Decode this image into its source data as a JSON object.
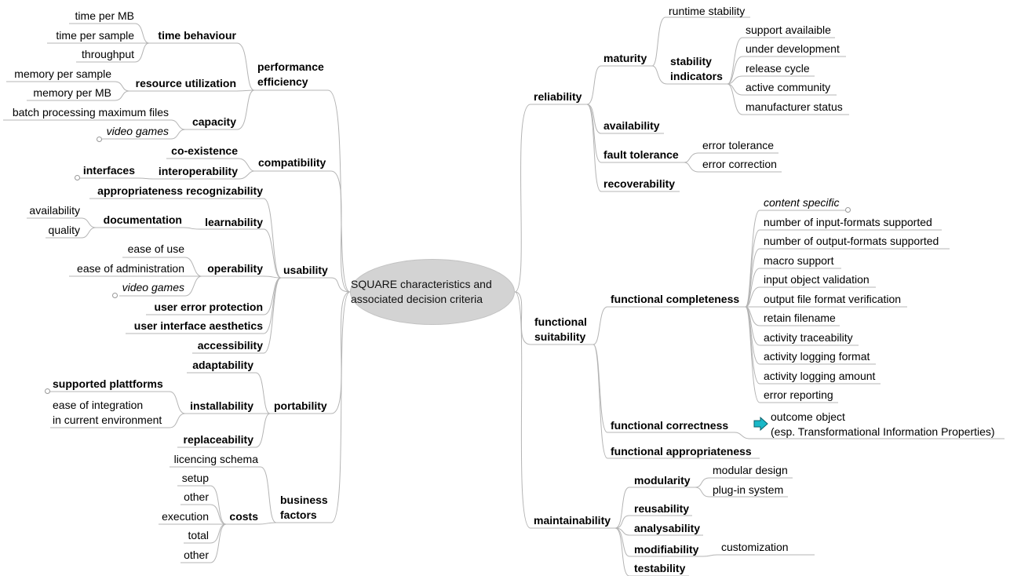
{
  "root": {
    "line1": "SQUARE characteristics and",
    "line2": "associated decision criteria"
  },
  "left": {
    "performance": {
      "line1": "performance",
      "line2": "efficiency",
      "time_behaviour": "time behaviour",
      "time_per_mb": "time per MB",
      "time_per_sample": "time per sample",
      "throughput": "throughput",
      "resource_utilization": "resource utilization",
      "memory_per_sample": "memory per sample",
      "memory_per_mb": "memory per MB",
      "capacity": "capacity",
      "batch_processing": "batch processing maximum files",
      "video_games": "video games"
    },
    "compatibility": {
      "label": "compatibility",
      "coexistence": "co-existence",
      "interoperability": "interoperability",
      "interfaces": "interfaces"
    },
    "usability": {
      "label": "usability",
      "appropriateness": "appropriateness recognizability",
      "learnability": "learnability",
      "documentation": "documentation",
      "availability": "availability",
      "quality": "quality",
      "operability": "operability",
      "ease_of_use": "ease of use",
      "ease_of_admin": "ease of administration",
      "video_games": "video games",
      "user_error_protection": "user error protection",
      "ui_aesthetics": "user interface aesthetics",
      "accessibility": "accessibility"
    },
    "portability": {
      "label": "portability",
      "adaptability": "adaptability",
      "installability": "installability",
      "supported_platforms": "supported plattforms",
      "ease_integration_line1": "ease of integration",
      "ease_integration_line2": "in current environment",
      "replaceability": "replaceability"
    },
    "business": {
      "line1": "business",
      "line2": "factors",
      "licencing": "licencing schema",
      "costs": "costs",
      "setup": "setup",
      "other1": "other",
      "execution": "execution",
      "total": "total",
      "other2": "other"
    }
  },
  "right": {
    "reliability": {
      "label": "reliability",
      "maturity": "maturity",
      "runtime_stability": "runtime stability",
      "stability_line1": "stability",
      "stability_line2": "indicators",
      "support_available": "support availaible",
      "under_development": "under development",
      "release_cycle": "release cycle",
      "active_community": "active community",
      "manufacturer_status": "manufacturer status",
      "availability": "availability",
      "fault_tolerance": "fault tolerance",
      "error_tolerance": "error tolerance",
      "error_correction": "error correction",
      "recoverability": "recoverability"
    },
    "functional": {
      "line1": "functional",
      "line2": "suitability",
      "completeness": "functional completeness",
      "content_specific": "content specific",
      "input_formats": "number of input-formats supported",
      "output_formats": "number of output-formats supported",
      "macro_support": "macro support",
      "input_validation": "input object validation",
      "output_verification": "output file format verification",
      "retain_filename": "retain filename",
      "activity_traceability": "activity traceability",
      "activity_logging_format": "activity logging format",
      "activity_logging_amount": "activity logging amount",
      "error_reporting": "error reporting",
      "correctness": "functional correctness",
      "outcome_line1": "outcome object",
      "outcome_line2": "(esp. Transformational Information Properties)",
      "appropriateness": "functional appropriateness"
    },
    "maintainability": {
      "label": "maintainability",
      "modularity": "modularity",
      "modular_design": "modular design",
      "plugin_system": "plug-in system",
      "reusability": "reusability",
      "analysability": "analysability",
      "modifiability": "modifiability",
      "customization": "customization",
      "testability": "testability"
    }
  },
  "colors": {
    "root_fill": "#d3d3d3",
    "connector": "#b0b0b0",
    "arrow": "#19b8c8"
  },
  "icons": {
    "link_arrow": "arrow-right-icon",
    "collapsed": "collapsed-knob-icon"
  }
}
